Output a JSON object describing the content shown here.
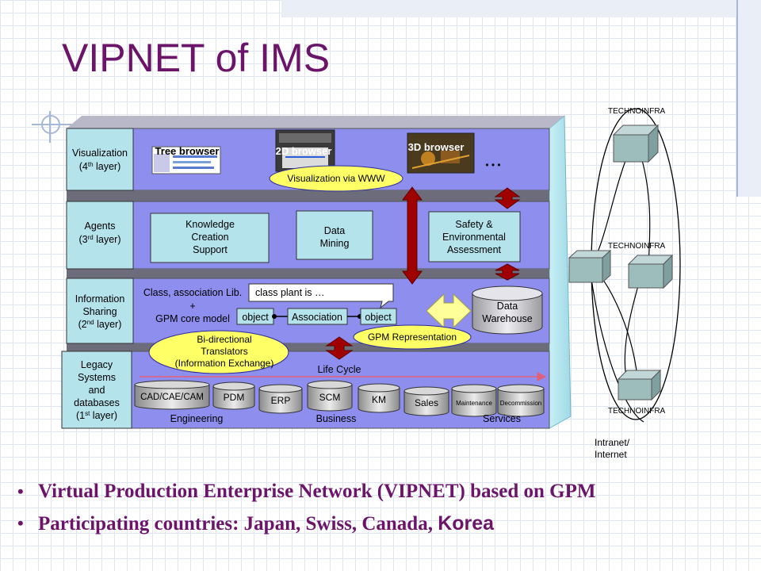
{
  "title": "VIPNET of IMS",
  "layers": [
    {
      "name_l1": "Visualization",
      "name_l2a": "(4",
      "name_sup": "th",
      "name_l2b": " layer)"
    },
    {
      "name_l1": "Agents",
      "name_l2a": "(3",
      "name_sup": "rd",
      "name_l2b": " layer)"
    },
    {
      "name_l1": "Information",
      "name_l1b": "Sharing",
      "name_l2a": "(2",
      "name_sup": "nd",
      "name_l2b": " layer)"
    },
    {
      "name_l1": "Legacy",
      "name_l1b": "Systems",
      "name_l1c": "and",
      "name_l1d": "databases",
      "name_l2a": "(1",
      "name_sup": "st",
      "name_l2b": " layer)"
    }
  ],
  "visualization": {
    "tree_browser": "Tree browser",
    "browser_2d": "2D browser",
    "browser_3d": "3D browser",
    "ellipsis": "• • •",
    "via_www": "Visualization via WWW"
  },
  "agents": {
    "knowledge": [
      "Knowledge",
      "Creation",
      "Support"
    ],
    "data_mining": [
      "Data",
      "Mining"
    ],
    "safety": [
      "Safety &",
      "Environmental",
      "Assessment"
    ]
  },
  "info_sharing": {
    "lib_line1": "Class, association Lib.",
    "lib_plus": "+",
    "lib_line2": "GPM core model",
    "callout": "class plant is …",
    "object1": "object",
    "association": "Association",
    "object2": "object",
    "data_warehouse": [
      "Data",
      "Warehouse"
    ],
    "gpm_rep": "GPM Representation"
  },
  "legacy": {
    "translators": [
      "Bi-directional",
      "Translators",
      "(Information Exchange)"
    ],
    "life_cycle": "Life Cycle",
    "dbs": [
      "CAD/CAE/CAM",
      "PDM",
      "ERP",
      "SCM",
      "KM",
      "Sales",
      "Maintenance",
      "Decommission"
    ],
    "engineering": "Engineering",
    "business": "Business",
    "services": "Services"
  },
  "network": {
    "node_top": "TECHNOINFRA",
    "node_mid": "TECHNOINFRA",
    "node_bottom": "TECHNOINFRA",
    "intranet": [
      "Intranet/",
      "Internet"
    ]
  },
  "bullets": {
    "b1": "Virtual Production Enterprise Network (VIPNET) based on GPM",
    "b2_pre": "Participating countries: Japan, Swiss, Canada, ",
    "b2_korea": "Korea"
  },
  "colors": {
    "title": "#6b1469",
    "layer_fill": "#8e8eef",
    "box_fill": "#b5e3ec",
    "ellipse_fill": "#ffff66",
    "arrow_red": "#a00000",
    "side_panel": "#b9ecf4"
  }
}
